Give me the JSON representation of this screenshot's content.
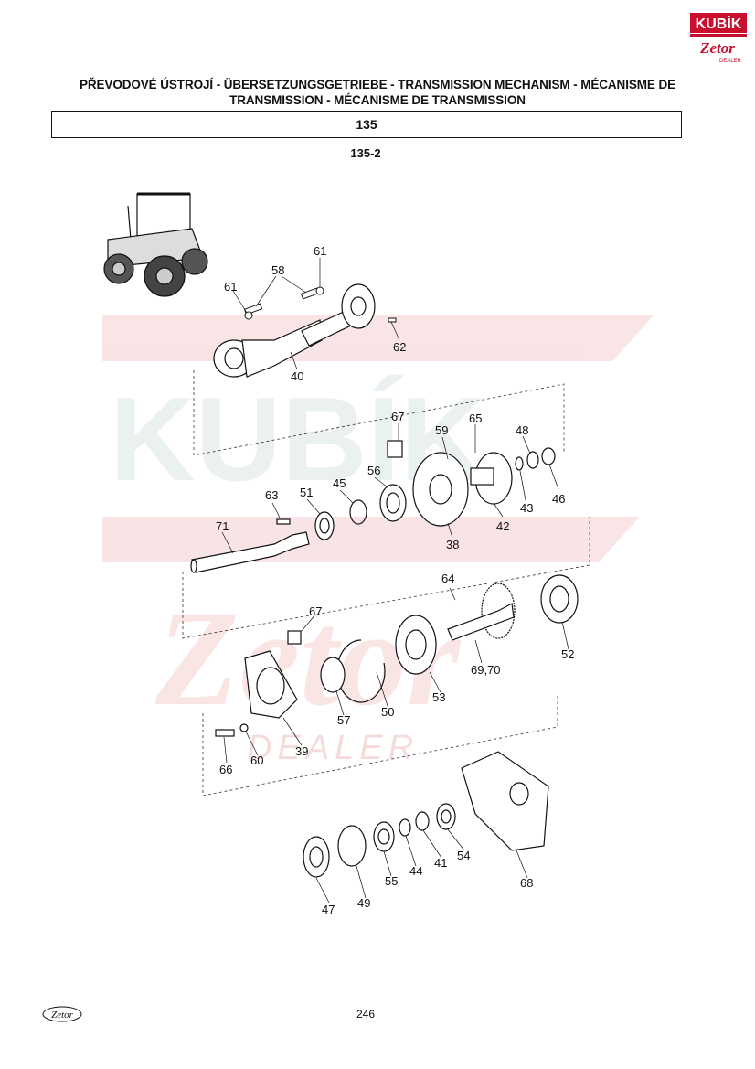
{
  "header": {
    "logo_text": "KUBÍK",
    "logo_sub": "Zetor",
    "logo_dealer": "DEALER",
    "title": "PŘEVODOVÉ ÚSTROJÍ - ÜBERSETZUNGSGETRIEBE - TRANSMISSION MECHANISM - MÉCANISME DE TRANSMISSION - MÉCANISME DE TRANSMISSION",
    "section": "135",
    "subsection": "135-2"
  },
  "diagram": {
    "callouts": {
      "c61a": "61",
      "c61b": "61",
      "c58": "58",
      "c62": "62",
      "c40": "40",
      "c67a": "67",
      "c59": "59",
      "c65": "65",
      "c48": "48",
      "c63": "63",
      "c51": "51",
      "c45": "45",
      "c56": "56",
      "c43": "43",
      "c46": "46",
      "c42": "42",
      "c71": "71",
      "c38": "38",
      "c64": "64",
      "c67b": "67",
      "c52": "52",
      "c69_70": "69,70",
      "c53": "53",
      "c50": "50",
      "c57": "57",
      "c39": "39",
      "c66": "66",
      "c60": "60",
      "c47": "47",
      "c49": "49",
      "c55": "55",
      "c44": "44",
      "c41": "41",
      "c54": "54",
      "c68": "68"
    },
    "watermark": "DEALER"
  },
  "footer": {
    "logo_text": "Zetor",
    "page_number": "246"
  },
  "colors": {
    "ink": "#111111",
    "watermark": "#f3d6d6",
    "watermark_green": "#e7efe9",
    "brand_red": "#c8102e"
  }
}
